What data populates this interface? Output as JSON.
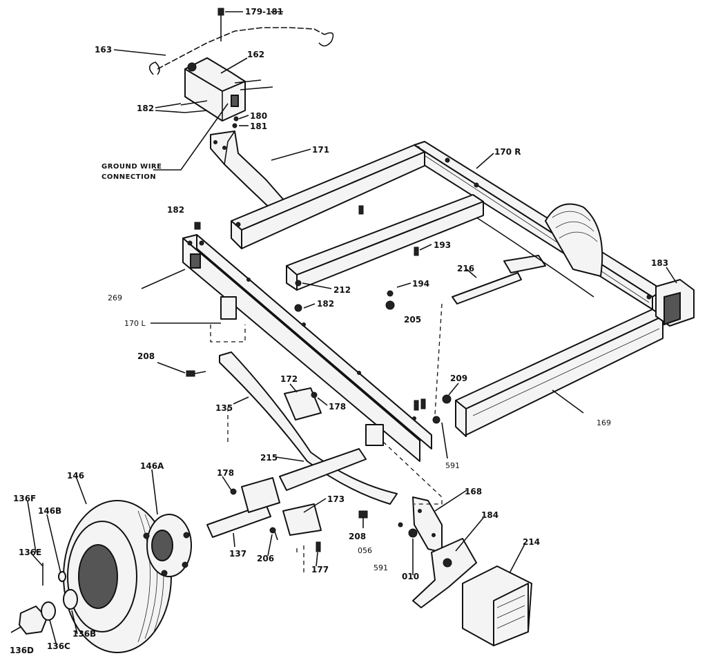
{
  "labels": {
    "p179_181": "179-181",
    "p163": "163",
    "p162": "162",
    "p182_top": "182",
    "p180": "180",
    "p181": "181",
    "ground_wire_line1": "GROUND WIRE",
    "ground_wire_line2": "CONNECTION",
    "p171": "171",
    "p170r": "170 R",
    "p182_mid": "182",
    "p193": "193",
    "p183": "183",
    "p216": "216",
    "p194": "194",
    "p212": "212",
    "p182_low": "182",
    "p205": "205",
    "p269": "269",
    "p170l": "170 L",
    "p208_a": "208",
    "p172": "172",
    "p178_a": "178",
    "p209": "209",
    "p135": "135",
    "p169": "169",
    "p215": "215",
    "p591_a": "591",
    "p146": "146",
    "p146a": "146A",
    "p178_b": "178",
    "p168": "168",
    "p136f": "136F",
    "p146b": "146B",
    "p173": "173",
    "p184": "184",
    "p214": "214",
    "p136e": "136E",
    "p208_b": "208",
    "p056": "056",
    "p137": "137",
    "p206": "206",
    "p591_b": "591",
    "p010": "010",
    "p177": "177",
    "p136b": "136B",
    "p136c": "136C",
    "p136d": "136D"
  }
}
